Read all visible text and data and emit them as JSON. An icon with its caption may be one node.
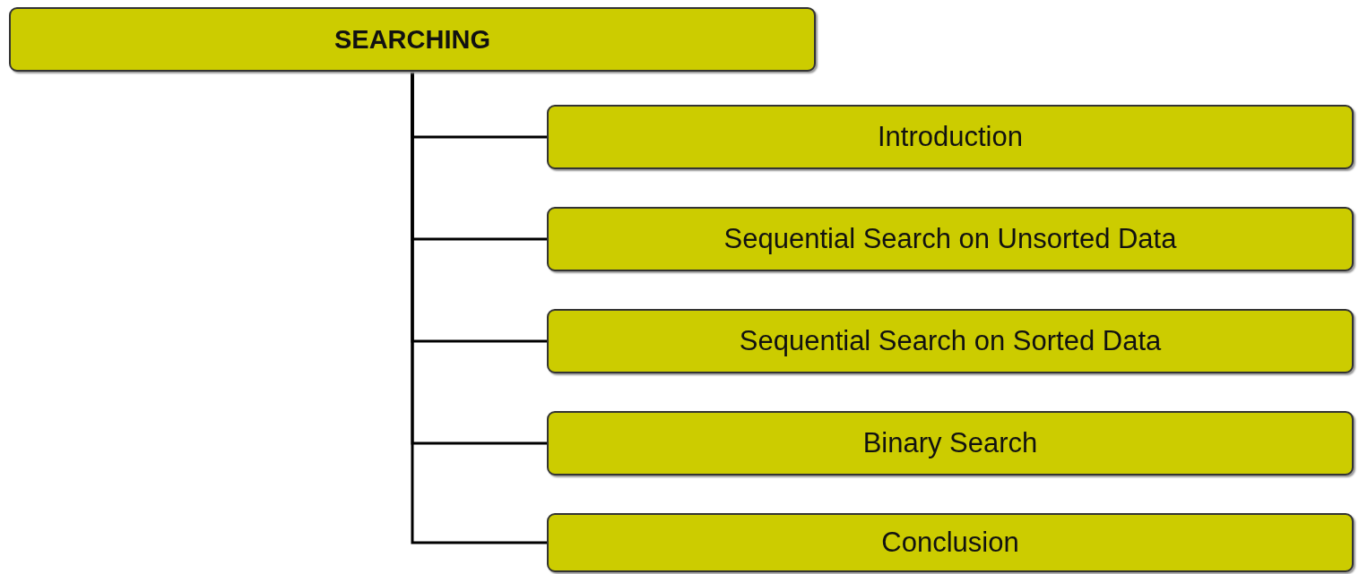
{
  "diagram": {
    "nodes": [
      {
        "text": [
          "SEARCHING"
        ]
      },
      {
        "text": [
          "Introduction"
        ]
      },
      {
        "text": [
          "Sequential Search on Unsorted Data"
        ]
      },
      {
        "text": [
          "Sequential Search on Sorted Data"
        ]
      },
      {
        "text": [
          "Binary Search"
        ]
      },
      {
        "text": [
          "Conclusion"
        ]
      }
    ],
    "edges": [
      {
        "from": 0,
        "to": 1,
        "arrow": "none"
      },
      {
        "from": 0,
        "to": 2,
        "arrow": "none"
      },
      {
        "from": 0,
        "to": 3,
        "arrow": "none"
      },
      {
        "from": 0,
        "to": 4,
        "arrow": "none"
      },
      {
        "from": 0,
        "to": 5,
        "arrow": "none"
      }
    ]
  }
}
